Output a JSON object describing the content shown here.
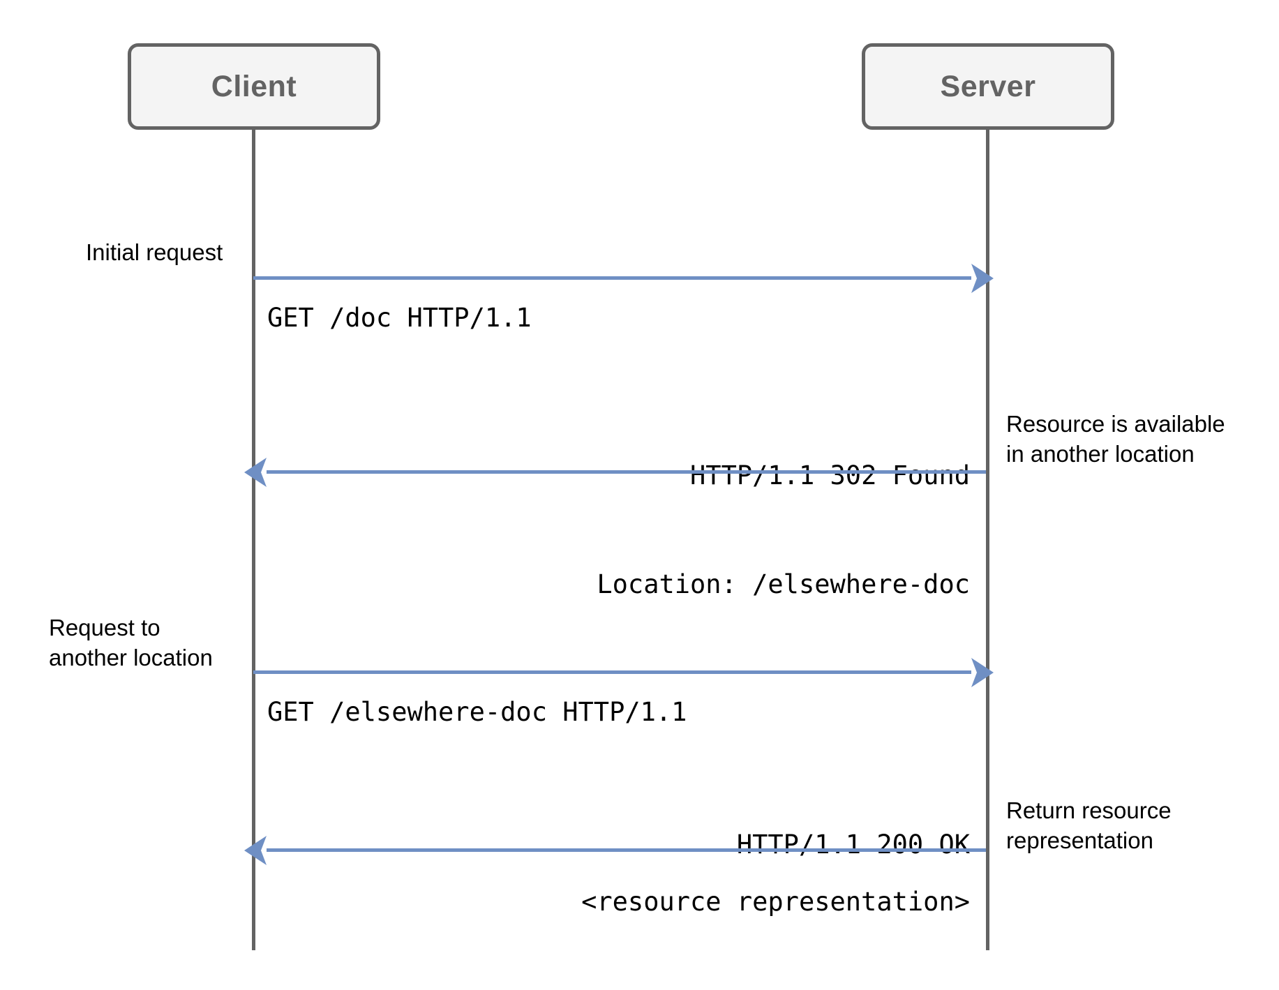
{
  "diagram": {
    "title": "HTTP 302 redirect sequence diagram",
    "type": "sequence-diagram",
    "colors": {
      "participant_border": "#636363",
      "participant_fill": "#f4f4f4",
      "participant_text": "#636363",
      "lifeline": "#636363",
      "arrow": "#6f8fc4",
      "text": "#000000",
      "background": "#ffffff"
    }
  },
  "participants": [
    {
      "id": "client",
      "label": "Client"
    },
    {
      "id": "server",
      "label": "Server"
    }
  ],
  "messages": [
    {
      "id": "msg-1",
      "direction": "client-to-server",
      "note_side": "left",
      "note": "Initial request",
      "lines": [
        "GET /doc HTTP/1.1"
      ],
      "align": "left"
    },
    {
      "id": "msg-2",
      "direction": "server-to-client",
      "note_side": "right",
      "note": "Resource is available\nin another location",
      "lines": [
        "HTTP/1.1 302 Found",
        "Location: /elsewhere-doc"
      ],
      "align": "right"
    },
    {
      "id": "msg-3",
      "direction": "client-to-server",
      "note_side": "left",
      "note": "Request to\nanother location",
      "lines": [
        "GET /elsewhere-doc HTTP/1.1"
      ],
      "align": "left"
    },
    {
      "id": "msg-4",
      "direction": "server-to-client",
      "note_side": "right",
      "note": "Return resource\nrepresentation",
      "lines": [
        "HTTP/1.1 200 OK",
        "<resource representation>"
      ],
      "align": "right"
    }
  ],
  "text": {
    "msg1_line1": "GET /doc HTTP/1.1",
    "msg1_note": "Initial request",
    "msg2_line1": "HTTP/1.1 302 Found",
    "msg2_line2": "Location: /elsewhere-doc",
    "msg2_note_line1": "Resource is available",
    "msg2_note_line2": "in another location",
    "msg3_line1": "GET /elsewhere-doc HTTP/1.1",
    "msg3_note_line1": "Request to",
    "msg3_note_line2": "another location",
    "msg4_line1": "HTTP/1.1 200 OK",
    "msg4_line2": "<resource representation>",
    "msg4_note_line1": "Return resource",
    "msg4_note_line2": "representation"
  }
}
